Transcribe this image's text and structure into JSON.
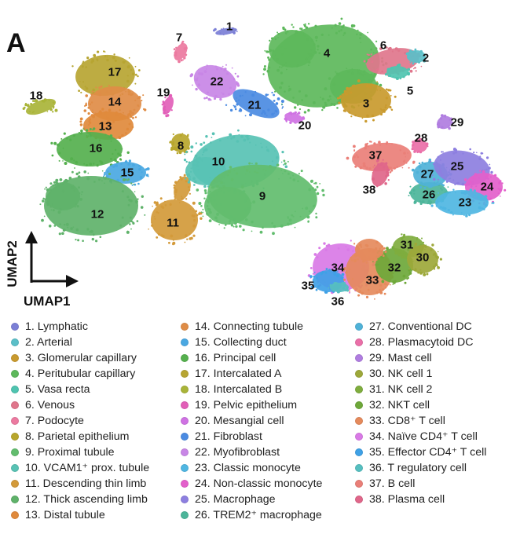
{
  "panel_letter": "A",
  "chart_data": {
    "type": "scatter",
    "title": "",
    "xlabel": "UMAP1",
    "ylabel": "UMAP2",
    "clusters": [
      {
        "id": 1,
        "name": "1. Lymphatic",
        "color": "#7b7fd6"
      },
      {
        "id": 2,
        "name": "2. Arterial",
        "color": "#5bbfc8"
      },
      {
        "id": 3,
        "name": "3. Glomerular capillary",
        "color": "#c99a2e"
      },
      {
        "id": 4,
        "name": "4. Peritubular capillary",
        "color": "#5db85b"
      },
      {
        "id": 5,
        "name": "5. Vasa recta",
        "color": "#4fc4b0"
      },
      {
        "id": 6,
        "name": "6. Venous",
        "color": "#e0768c"
      },
      {
        "id": 7,
        "name": "7. Podocyte",
        "color": "#ec7aa0"
      },
      {
        "id": 8,
        "name": "8. Parietal epithelium",
        "color": "#b8a62c"
      },
      {
        "id": 9,
        "name": "9. Proximal tubule",
        "color": "#62bd6e"
      },
      {
        "id": 10,
        "name": "10. VCAM1⁺ prox. tubule",
        "color": "#58c2b4"
      },
      {
        "id": 11,
        "name": "11. Descending thin limb",
        "color": "#d39a3a"
      },
      {
        "id": 12,
        "name": "12. Thick ascending limb",
        "color": "#5fb26a"
      },
      {
        "id": 13,
        "name": "13. Distal tubule",
        "color": "#e08a3c"
      },
      {
        "id": 14,
        "name": "14. Connecting tubule",
        "color": "#df8c46"
      },
      {
        "id": 15,
        "name": "15. Collecting duct",
        "color": "#4aa8e2"
      },
      {
        "id": 16,
        "name": "16. Principal cell",
        "color": "#55b04e"
      },
      {
        "id": 17,
        "name": "17. Intercalated A",
        "color": "#b7a532"
      },
      {
        "id": 18,
        "name": "18. Intercalated B",
        "color": "#a9b438"
      },
      {
        "id": 19,
        "name": "19. Pelvic epithelium",
        "color": "#e25fb8"
      },
      {
        "id": 20,
        "name": "20. Mesangial cell",
        "color": "#cf72e3"
      },
      {
        "id": 21,
        "name": "21. Fibroblast",
        "color": "#4b8be2"
      },
      {
        "id": 22,
        "name": "22. Myofibroblast",
        "color": "#c886e6"
      },
      {
        "id": 23,
        "name": "23. Classic monocyte",
        "color": "#4fb6e2"
      },
      {
        "id": 24,
        "name": "24. Non-classic monocyte",
        "color": "#e35fcb"
      },
      {
        "id": 25,
        "name": "25. Macrophage",
        "color": "#8d7fe0"
      },
      {
        "id": 26,
        "name": "26. TREM2⁺ macrophage",
        "color": "#4cb59a"
      },
      {
        "id": 27,
        "name": "27. Conventional DC",
        "color": "#4fb2d8"
      },
      {
        "id": 28,
        "name": "28. Plasmacytoid DC",
        "color": "#ea6fa8"
      },
      {
        "id": 29,
        "name": "29. Mast cell",
        "color": "#b07de0"
      },
      {
        "id": 30,
        "name": "30. NK cell 1",
        "color": "#9da83a"
      },
      {
        "id": 31,
        "name": "31. NK cell 2",
        "color": "#7fad3e"
      },
      {
        "id": 32,
        "name": "32. NKT cell",
        "color": "#6ea83a"
      },
      {
        "id": 33,
        "name": "33. CD8⁺ T cell",
        "color": "#e58a5c"
      },
      {
        "id": 34,
        "name": "34. Naïve CD4⁺ T cell",
        "color": "#d97ae6"
      },
      {
        "id": 35,
        "name": "35. Effector CD4⁺ T cell",
        "color": "#3fa1e6"
      },
      {
        "id": 36,
        "name": "36. T regulatory cell",
        "color": "#56bfc0"
      },
      {
        "id": 37,
        "name": "37. B cell",
        "color": "#ea7f78"
      },
      {
        "id": 38,
        "name": "38. Plasma cell",
        "color": "#e0668a"
      }
    ],
    "cluster_labels": [
      "1",
      "2",
      "3",
      "4",
      "5",
      "6",
      "7",
      "8",
      "9",
      "10",
      "11",
      "12",
      "13",
      "14",
      "15",
      "16",
      "17",
      "18",
      "19",
      "20",
      "21",
      "22",
      "23",
      "24",
      "25",
      "26",
      "27",
      "28",
      "29",
      "30",
      "31",
      "32",
      "33",
      "34",
      "35",
      "36",
      "37",
      "38"
    ],
    "axes": "arrows only (no ticks, no grid)",
    "legend_placement": "bottom, three columns"
  }
}
